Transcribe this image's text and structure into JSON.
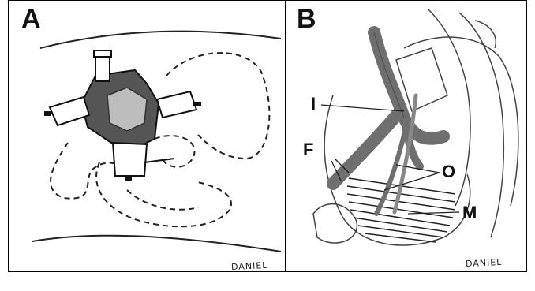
{
  "panels": [
    {
      "letter": "A",
      "signature": "DANIEL"
    },
    {
      "letter": "B",
      "signature": "DANIEL"
    }
  ],
  "labels": {
    "I": "I",
    "F": "F",
    "O": "O",
    "M": "M"
  },
  "colors": {
    "vein": "#6f6f6f",
    "outline": "#333333",
    "dark_fill": "#555555",
    "light_fill": "#bdbdbd"
  }
}
